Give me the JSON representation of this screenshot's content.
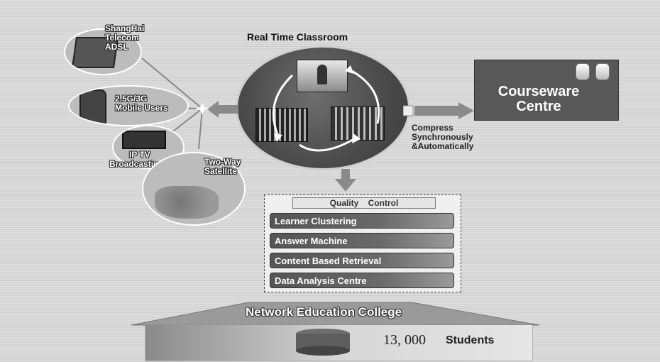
{
  "title": "Real Time Classroom",
  "courseware": {
    "line1": "Courseware",
    "line2": "Centre"
  },
  "compress": {
    "line1": "Compress",
    "line2": "Synchronously",
    "line3": "&Automatically"
  },
  "clients": [
    {
      "line1": "ShangHai",
      "line2": "Telecom",
      "line3": "ADSL"
    },
    {
      "line1": "2.5G/3G",
      "line2": "Mobile Users"
    },
    {
      "line1": "IP TV",
      "line2": "Broadcasting"
    },
    {
      "line1": "Two-Way",
      "line2": "Satellite"
    }
  ],
  "quality": {
    "header": "Quality    Control",
    "items": [
      "Learner Clustering",
      "Answer Machine",
      "Content Based Retrieval",
      "Data Analysis Centre"
    ]
  },
  "college": {
    "name": "Network Education College",
    "students_number": "13, 000",
    "students_label": "Students"
  },
  "colors": {
    "dark_panel": "#5a5a5a",
    "light_bg": "#d6d6d6"
  }
}
